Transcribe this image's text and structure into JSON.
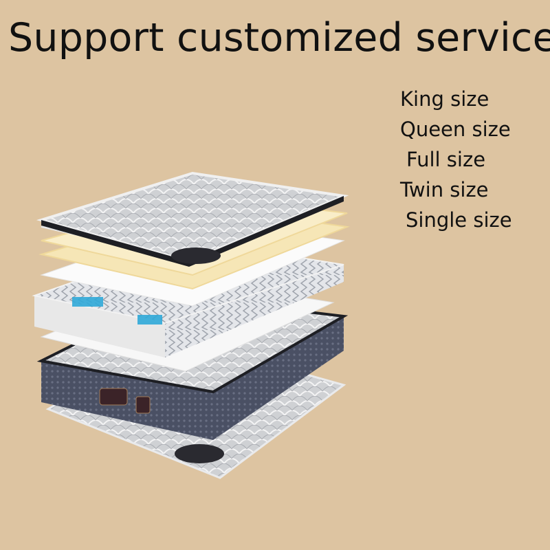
{
  "headline": "Support customized services",
  "sizes": [
    "King size",
    "Queen size",
    "Full size",
    "Twin size",
    "Single size"
  ],
  "colors": {
    "background": "#ddc4a1",
    "text": "#111111",
    "quilt": "#cfd1d4",
    "foam_yellow": "#f6e6b6",
    "spring_accent": "#2fa9d8",
    "base_fabric": "#4a5064"
  }
}
